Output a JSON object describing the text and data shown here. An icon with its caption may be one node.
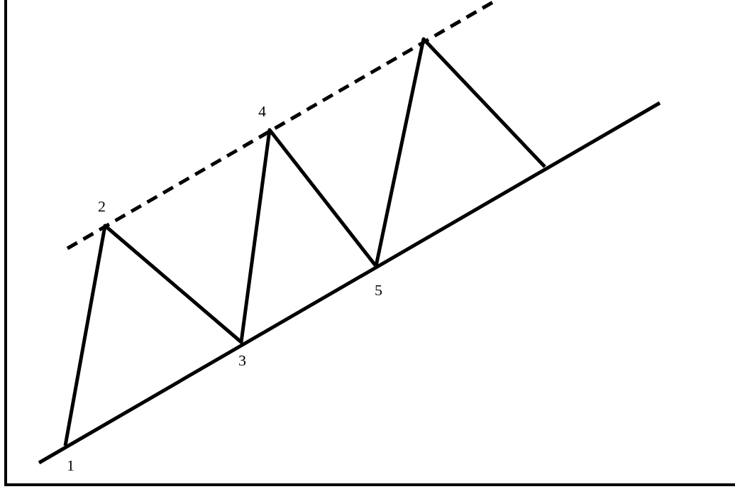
{
  "diagram": {
    "labels": [
      "4",
      "2",
      "5",
      "3",
      "1"
    ]
  }
}
